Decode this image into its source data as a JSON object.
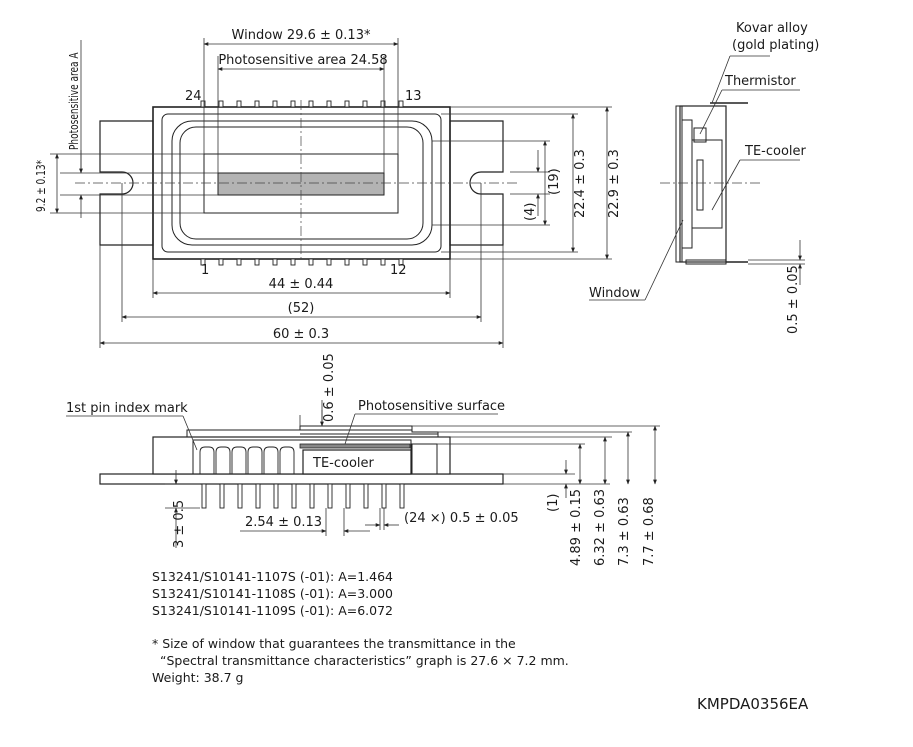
{
  "top_view": {
    "window_dim": "Window 29.6 ± 0.13*",
    "photosensitive_dim": "Photosensitive area 24.58",
    "photosensitive_area_a": "Photosensitive area A",
    "pin_24": "24",
    "pin_13": "13",
    "pin_1": "1",
    "pin_12": "12",
    "dim_height_window": "9.2 ± 0.13*",
    "dim_44": "44 ± 0.44",
    "dim_52": "(52)",
    "dim_60": "60 ± 0.3",
    "dim_19": "(19)",
    "dim_4": "(4)",
    "dim_22_4": "22.4 ± 0.3",
    "dim_22_9": "22.9 ± 0.3"
  },
  "side_view": {
    "kovar": "Kovar alloy",
    "gold": "(gold plating)",
    "thermistor": "Thermistor",
    "te_cooler": "TE-cooler",
    "window": "Window",
    "dim_0_5": "0.5 ± 0.05"
  },
  "front_view": {
    "pin_index": "1st pin index mark",
    "photosensitive_surface": "Photosensitive surface",
    "dim_0_6": "0.6 ± 0.05",
    "te_cooler": "TE-cooler",
    "dim_3": "3 ± 0.5",
    "dim_pitch": "2.54 ± 0.13",
    "dim_pins": "(24 ×) 0.5 ± 0.05",
    "dim_1": "(1)",
    "dim_4_89": "4.89 ± 0.15",
    "dim_6_32": "6.32 ± 0.63",
    "dim_7_3": "7.3 ± 0.63",
    "dim_7_7": "7.7 ± 0.68"
  },
  "models": [
    "S13241/S10141-1107S (-01): A=1.464",
    "S13241/S10141-1108S (-01): A=3.000",
    "S13241/S10141-1109S (-01): A=6.072"
  ],
  "footnote": {
    "line1": "* Size of window that guarantees the transmittance in the",
    "line2": "“Spectral transmittance characteristics” graph is 27.6 × 7.2 mm.",
    "weight": "Weight: 38.7 g"
  },
  "drawing_code": "KMPDA0356EA"
}
